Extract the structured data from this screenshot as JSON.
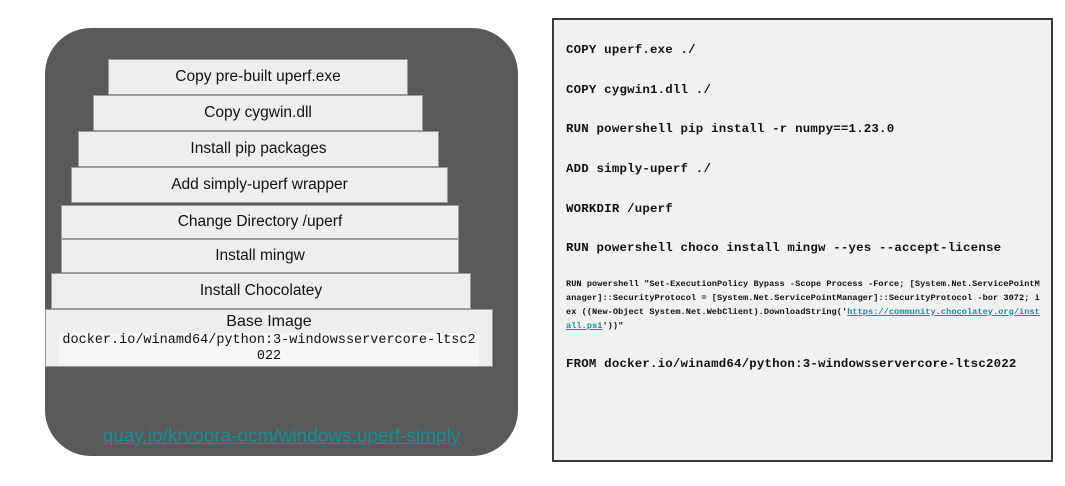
{
  "image_stack": {
    "container_color": "#595959",
    "link_color": "#139196",
    "layers": [
      {
        "label": "Copy pre-built uperf.exe"
      },
      {
        "label": "Copy cygwin.dll"
      },
      {
        "label": "Install pip packages"
      },
      {
        "label": "Add simply-uperf wrapper"
      },
      {
        "label": "Change Directory /uperf"
      },
      {
        "label": "Install mingw"
      },
      {
        "label": "Install Chocolatey"
      }
    ],
    "base_layer": {
      "title": "Base Image",
      "reference": "docker.io/winamd64/python:3-windowsservercore-ltsc2022"
    },
    "registry_link": "quay.io/krvoora-ocm/windows:uperf-simply"
  },
  "dockerfile": {
    "lines": [
      "COPY uperf.exe ./",
      "COPY cygwin1.dll ./",
      "RUN powershell pip install -r numpy==1.23.0",
      "ADD simply-uperf ./",
      "WORKDIR /uperf",
      "RUN powershell choco install mingw --yes --accept-license"
    ],
    "choco_block": {
      "before": "RUN powershell \"Set-ExecutionPolicy Bypass -Scope Process -Force; [System.Net.ServicePointManager]::SecurityProtocol = [System.Net.ServicePointManager]::SecurityProtocol -bor 3072; iex ((New-Object System.Net.WebClient).DownloadString('",
      "link": "https://community.chocolatey.org/install.ps1",
      "after": "'))\""
    },
    "from_line": "FROM docker.io/winamd64/python:3-windowsservercore-ltsc2022"
  }
}
